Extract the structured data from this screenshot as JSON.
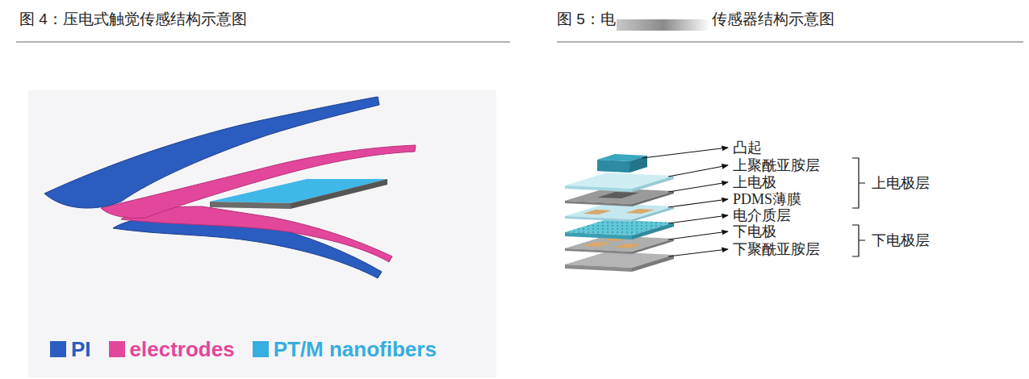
{
  "diagram": {
    "labels": [
      "图 4：压电式触觉传感结构示意图",
      "图 5：电",
      "传感器结构示意图",
      "凸起",
      "上聚酰亚胺层",
      "上电极",
      "PDMS薄膜",
      "电介质层",
      "下电极",
      "下聚酰亚胺层",
      "上电极层",
      "下电极层"
    ],
    "legend": [
      {
        "text": "PI",
        "color": "#2b5cc0"
      },
      {
        "text": "electrodes",
        "color": "#e2479b"
      },
      {
        "text": "PT/M nanofibers",
        "color": "#35aee0"
      }
    ]
  }
}
